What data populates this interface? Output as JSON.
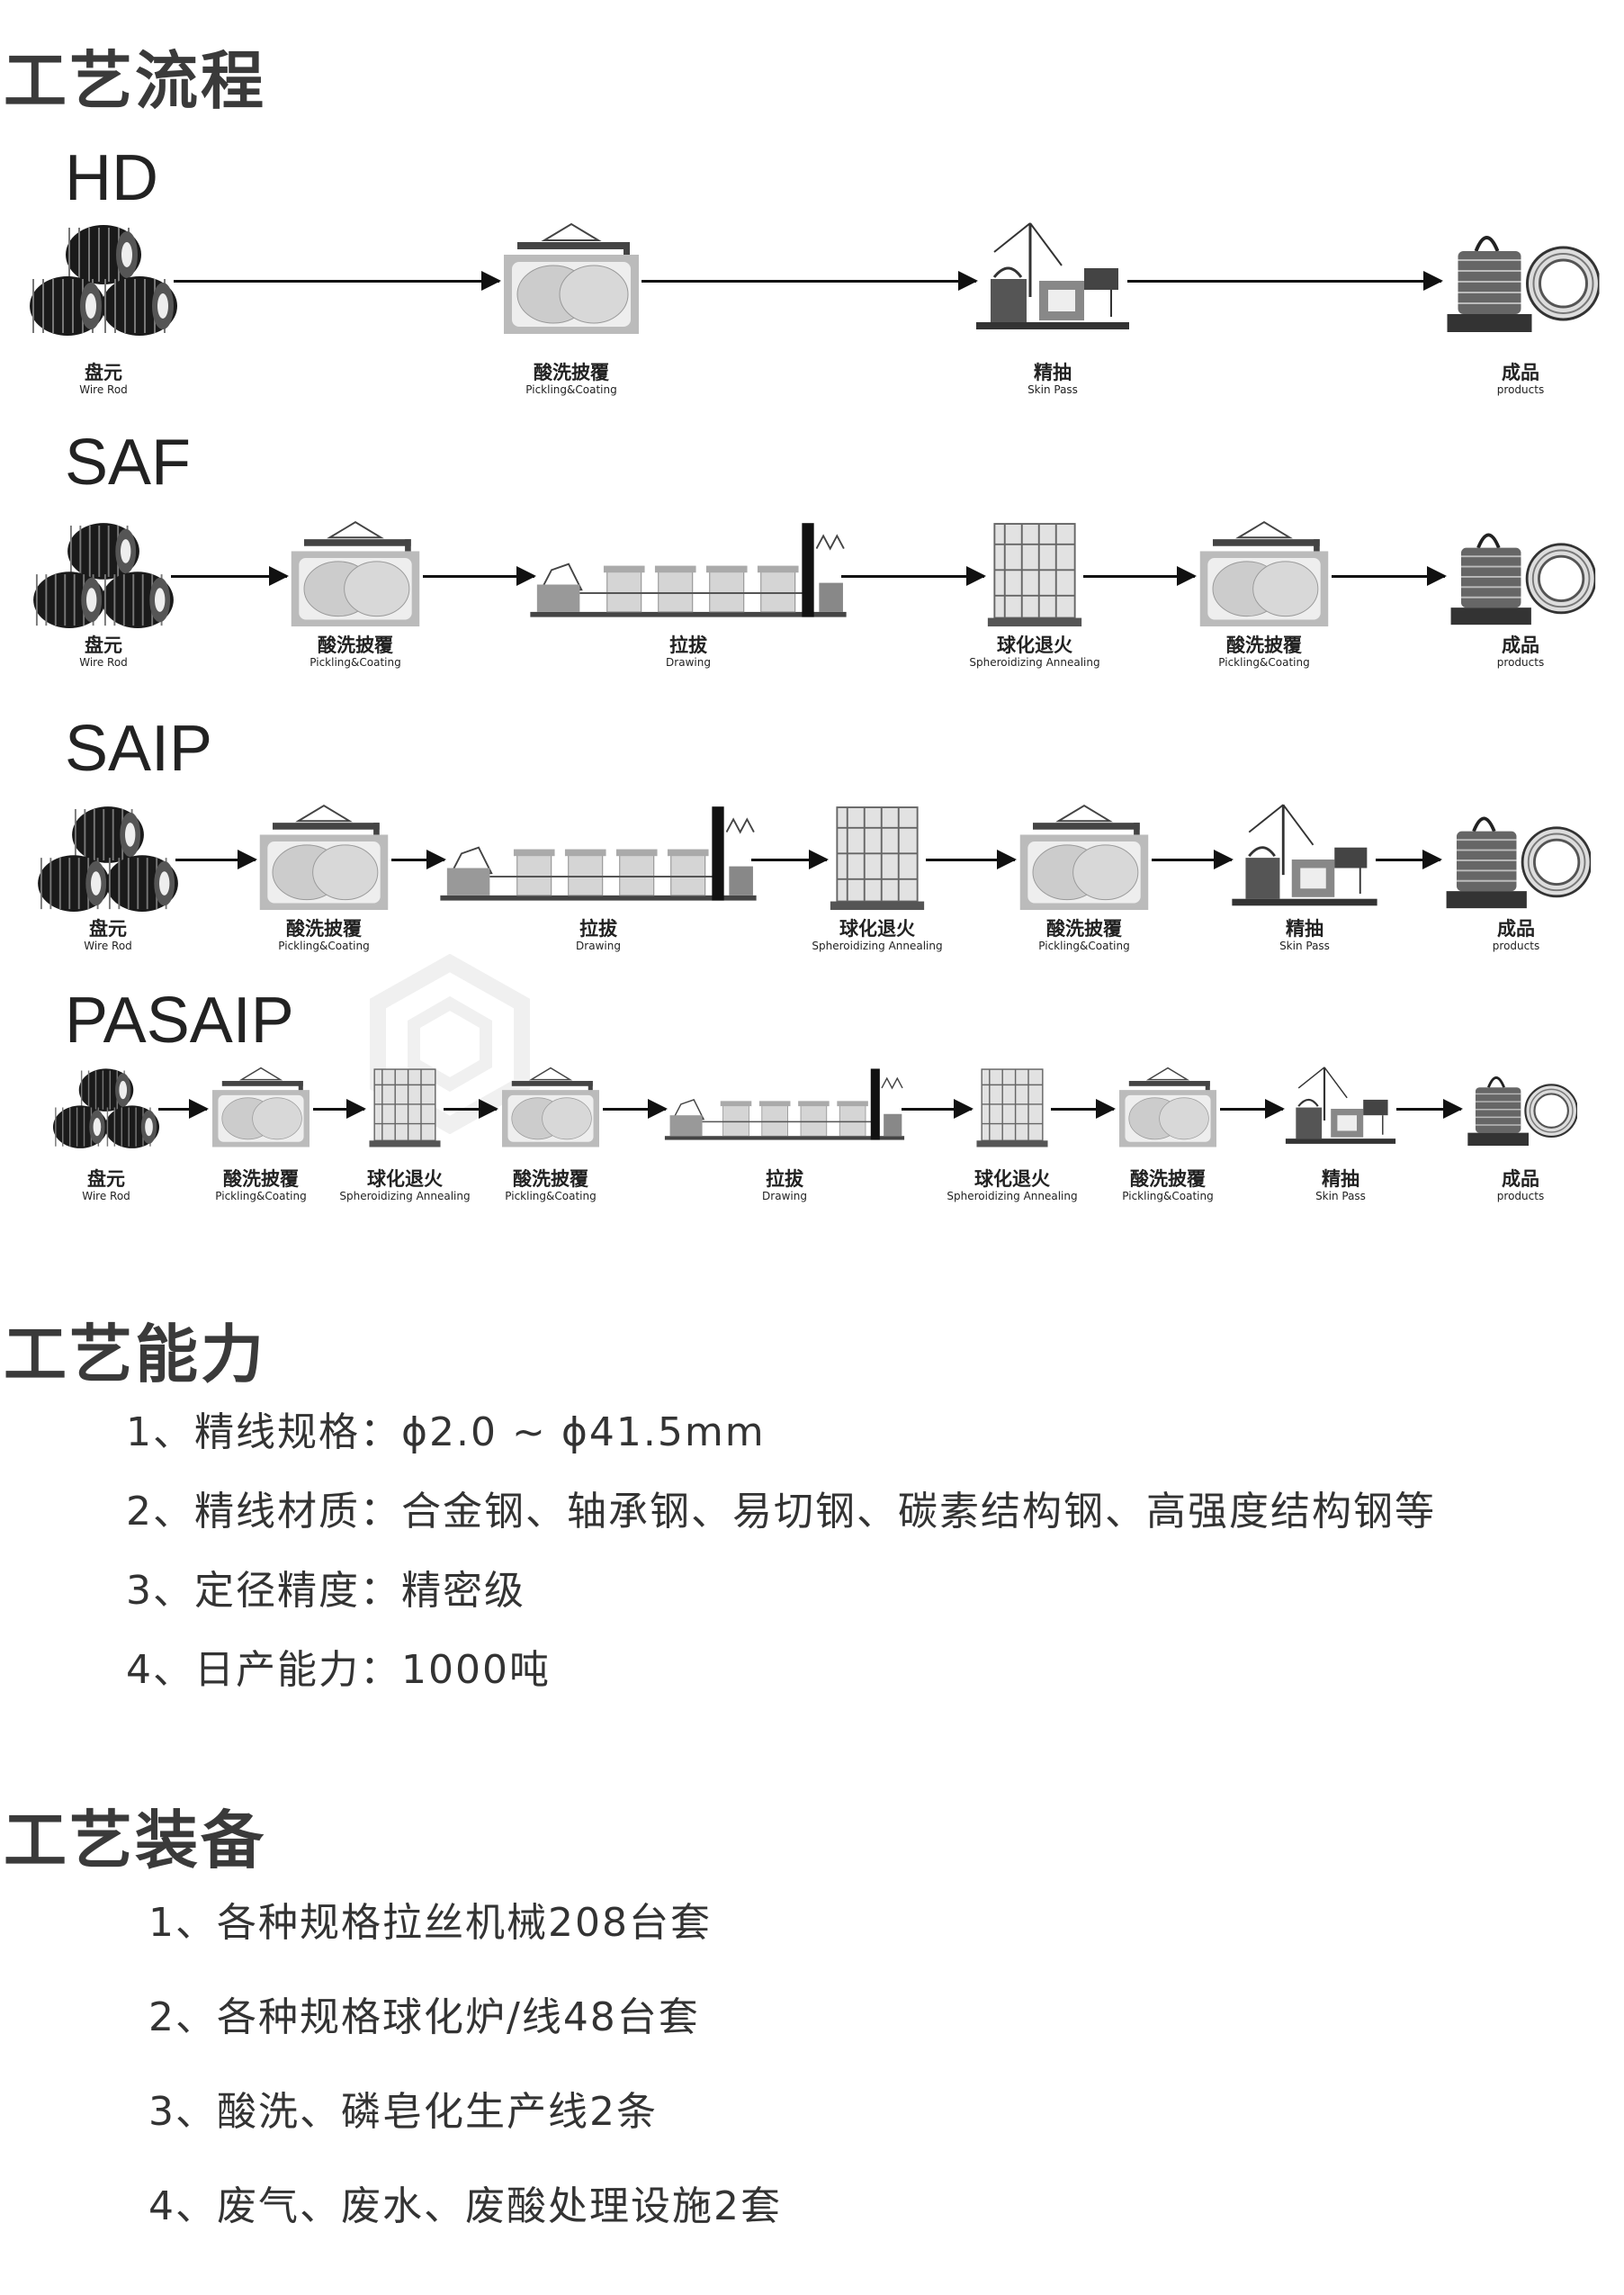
{
  "sections": {
    "flow_title": "工艺流程",
    "capability_title": "工艺能力",
    "equipment_title": "工艺装备"
  },
  "steps": {
    "wire_rod": {
      "zh": "盘元",
      "en": "Wire Rod"
    },
    "pickling": {
      "zh": "酸洗披覆",
      "en": "Pickling&Coating"
    },
    "skin_pass": {
      "zh": "精抽",
      "en": "Skin Pass"
    },
    "products": {
      "zh": "成品",
      "en": "products"
    },
    "drawing": {
      "zh": "拉拔",
      "en": "Drawing"
    },
    "annealing": {
      "zh": "球化退火",
      "en": "Spheroidizing Annealing"
    }
  },
  "processes": [
    {
      "name": "HD",
      "steps": [
        "wire_rod",
        "pickling",
        "skin_pass",
        "products"
      ]
    },
    {
      "name": "SAF",
      "steps": [
        "wire_rod",
        "pickling",
        "drawing",
        "annealing",
        "pickling",
        "products"
      ]
    },
    {
      "name": "SAIP",
      "steps": [
        "wire_rod",
        "pickling",
        "drawing",
        "annealing",
        "pickling",
        "skin_pass",
        "products"
      ]
    },
    {
      "name": "PASAIP",
      "steps": [
        "wire_rod",
        "pickling",
        "annealing",
        "pickling",
        "drawing",
        "annealing",
        "pickling",
        "skin_pass",
        "products"
      ]
    }
  ],
  "capability": [
    "1、精线规格：ϕ2.0 ~ ϕ41.5mm",
    "2、精线材质：合金钢、轴承钢、易切钢、碳素结构钢、高强度结构钢等",
    "3、定径精度：精密级",
    "4、日产能力：1000吨"
  ],
  "equipment": [
    "1、各种规格拉丝机械208台套",
    "2、各种规格球化炉/线48台套",
    "3、酸洗、磷皂化生产线2条",
    "4、废气、废水、废酸处理设施2套"
  ]
}
